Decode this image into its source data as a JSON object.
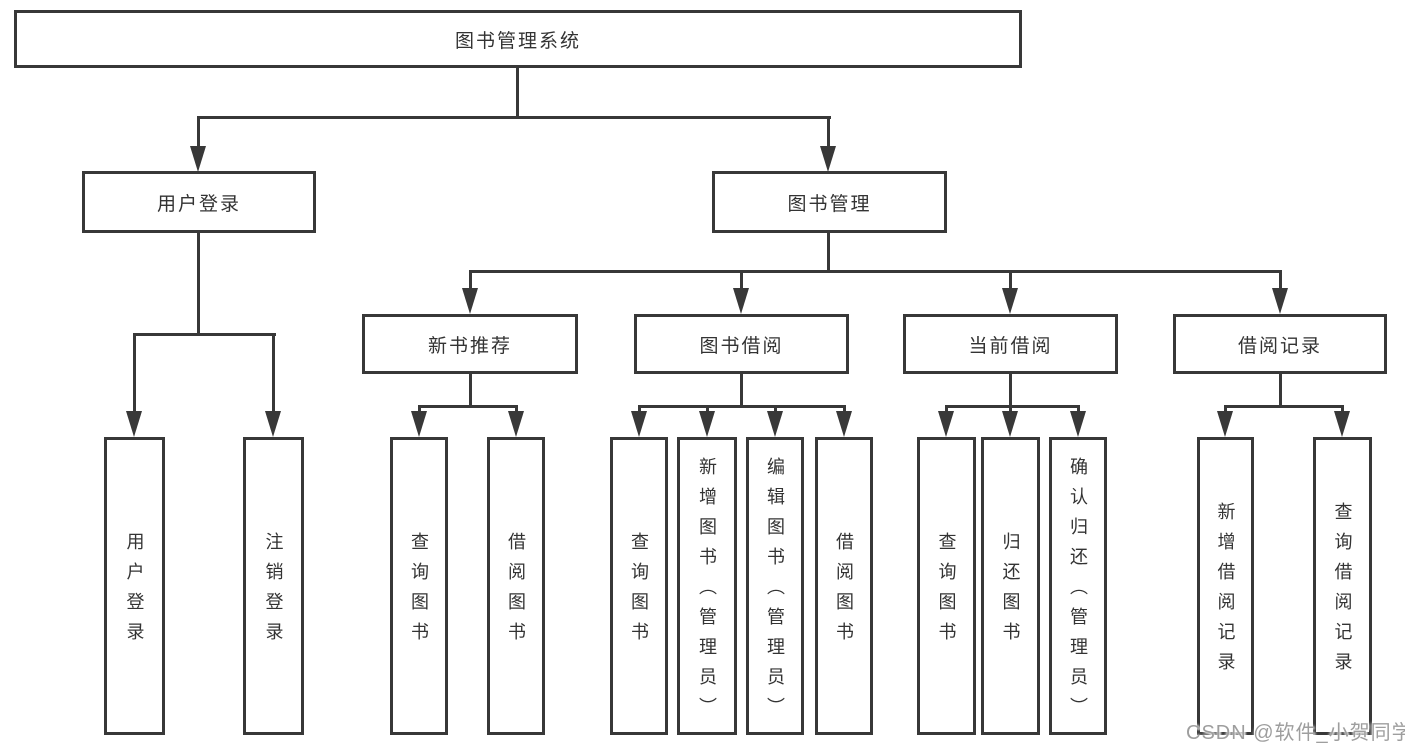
{
  "root": {
    "label": "图书管理系统"
  },
  "branches": [
    {
      "label": "用户登录",
      "leaves": [
        "用户登录",
        "注销登录"
      ]
    },
    {
      "label": "图书管理",
      "children": [
        {
          "label": "新书推荐",
          "leaves": [
            "查询图书",
            "借阅图书"
          ]
        },
        {
          "label": "图书借阅",
          "leaves": [
            "查询图书",
            "新增图书（管理员）",
            "编辑图书（管理员）",
            "借阅图书"
          ]
        },
        {
          "label": "当前借阅",
          "leaves": [
            "查询图书",
            "归还图书",
            "确认归还（管理员）"
          ]
        },
        {
          "label": "借阅记录",
          "leaves": [
            "新增借阅记录",
            "查询借阅记录"
          ]
        }
      ]
    }
  ],
  "watermark": {
    "text": "CSDN @软件_小贺同学"
  },
  "colors": {
    "line": "#383838",
    "text": "#333333",
    "watermark": "#9e9e9e",
    "background": "#ffffff"
  }
}
